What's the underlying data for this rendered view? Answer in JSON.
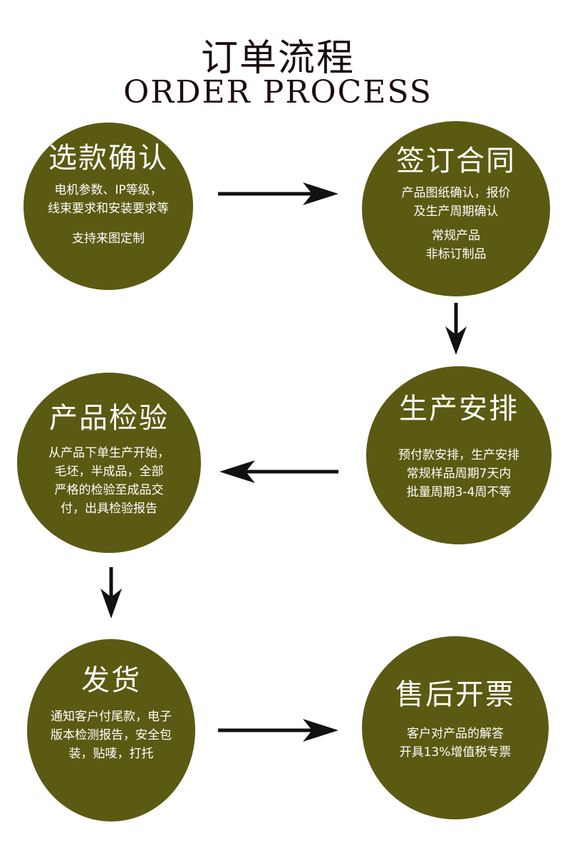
{
  "title_cn": "订单流程",
  "title_en": "ORDER PROCESS",
  "colors": {
    "circle_fill": "#5a5a12",
    "circle_text": "#ffffff",
    "arrow": "#111111",
    "title": "#1a0c0c"
  },
  "steps": [
    {
      "title": "选款确认",
      "lines": [
        "电机参数、IP等级，",
        "线束要求和安装要求等",
        "支持来图定制"
      ]
    },
    {
      "title": "签订合同",
      "lines": [
        "产品图纸确认，报价",
        "及生产周期确认",
        "常规产品",
        "非标订制品"
      ]
    },
    {
      "title": "生产安排",
      "lines": [
        "预付款安排，生产安排",
        "常规样品周期7天内",
        "批量周期3-4周不等"
      ]
    },
    {
      "title": "产品检验",
      "lines": [
        "从产品下单生产开始，",
        "毛坯，半成品，全部",
        "严格的检验至成品交",
        "付，出具检验报告"
      ]
    },
    {
      "title": "发货",
      "lines": [
        "通知客户付尾款，电子",
        "版本检测报告，安全包",
        "装，贴唛，打托"
      ]
    },
    {
      "title": "售后开票",
      "lines": [
        "客户对产品的解答",
        "开具13%增值税专票"
      ]
    }
  ]
}
